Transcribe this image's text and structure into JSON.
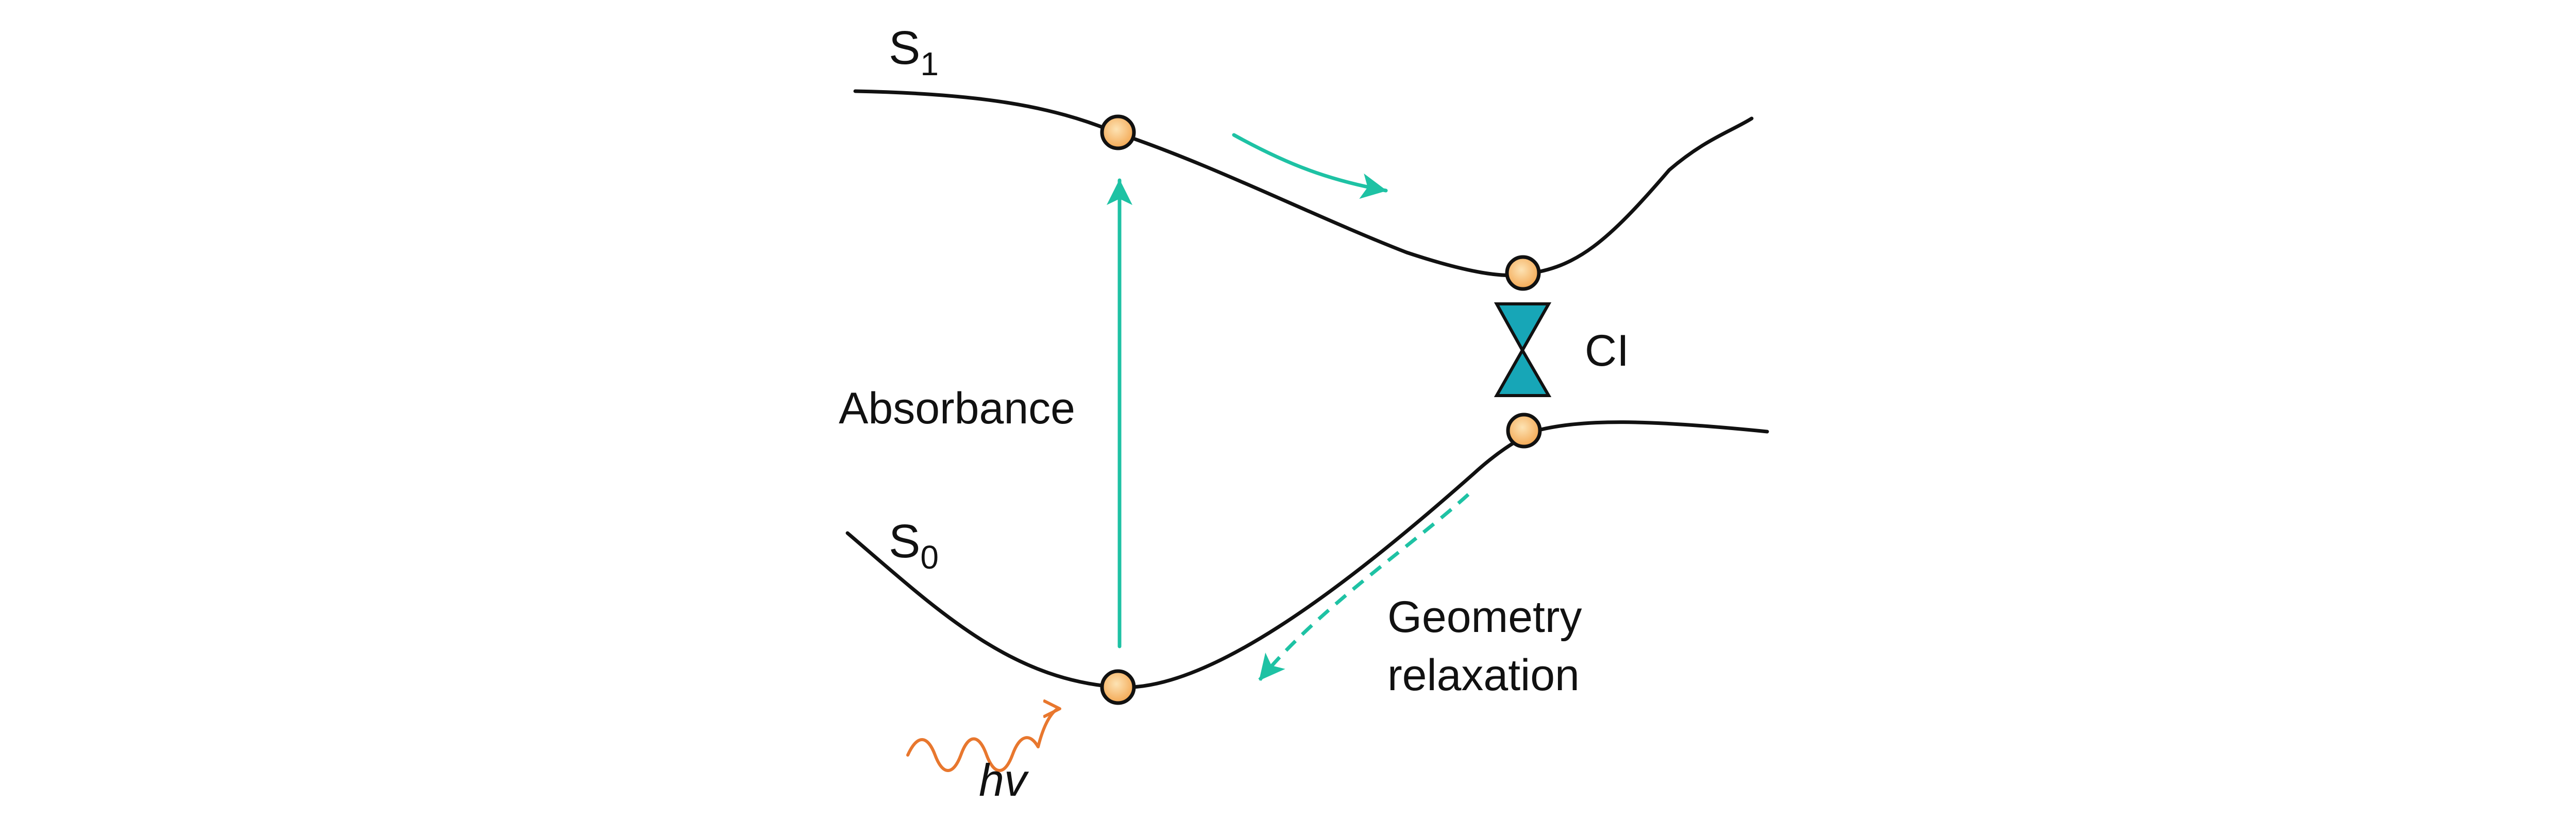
{
  "diagram": {
    "states": {
      "s1": {
        "letter": "S",
        "index": "1"
      },
      "s0": {
        "letter": "S",
        "index": "0"
      }
    },
    "labels": {
      "absorbance": "Absorbance",
      "ci": "CI",
      "relaxation_line1": "Geometry",
      "relaxation_line2": "relaxation",
      "photon_h": "h",
      "photon_v": "v"
    },
    "colors": {
      "curve": "#111111",
      "arrow": "#1ec2a4",
      "photon": "#e8772e",
      "node_fill_center": "#fde3b4",
      "node_fill_edge": "#f2a24a",
      "ci_fill": "#17a6b7"
    },
    "icons": {
      "ci_marker": "double-cone-icon",
      "photon": "wavy-arrow-icon",
      "node": "circle-node-icon"
    }
  }
}
